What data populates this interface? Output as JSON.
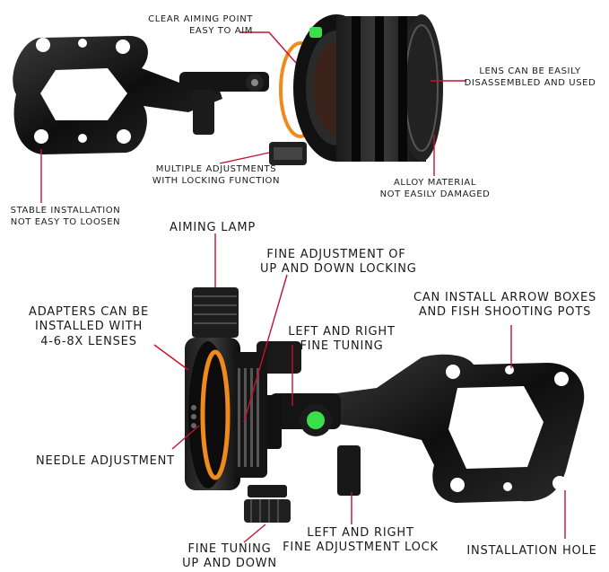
{
  "callouts_top": {
    "clear_aiming_point": [
      "CLEAR AIMING POINT",
      "EASY TO AIM"
    ],
    "lens_disassembled": [
      "LENS CAN BE EASILY",
      "DISASSEMBLED AND USED"
    ],
    "multiple_adjustments": [
      "MULTIPLE ADJUSTMENTS",
      "WITH LOCKING FUNCTION"
    ],
    "alloy_material": [
      "ALLOY MATERIAL",
      "NOT EASILY DAMAGED"
    ],
    "stable_installation": [
      "STABLE INSTALLATION",
      "NOT EASY TO LOOSEN"
    ]
  },
  "callouts_bottom": {
    "aiming_lamp": [
      "AIMING LAMP"
    ],
    "fine_up_down_locking": [
      "FINE ADJUSTMENT OF",
      "UP AND DOWN LOCKING"
    ],
    "adapters": [
      "ADAPTERS CAN BE",
      "INSTALLED WITH",
      "4-6-8X LENSES"
    ],
    "arrow_boxes": [
      "CAN INSTALL ARROW BOXES",
      "AND FISH SHOOTING POTS"
    ],
    "left_right_fine_tuning": [
      "LEFT AND RIGHT",
      "FINE TUNING"
    ],
    "needle_adjustment": [
      "NEEDLE ADJUSTMENT"
    ],
    "left_right_lock": [
      "LEFT AND RIGHT",
      "FINE ADJUSTMENT LOCK"
    ],
    "fine_tuning_up_down": [
      "FINE TUNING",
      "UP AND DOWN"
    ],
    "installation_hole": [
      "INSTALLATION HOLE"
    ]
  },
  "colors": {
    "leader_line": "#c8102e",
    "metal_dark": "#111111",
    "metal_mid": "#2b2b2b",
    "fiber_orange": "#f08a1c",
    "pin_green": "#3adf4a",
    "text": "#1a1a1a"
  }
}
